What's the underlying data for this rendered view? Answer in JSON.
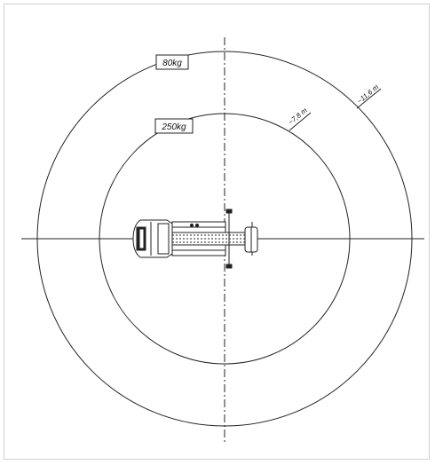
{
  "diagram": {
    "outer_circle": {
      "load_label": "80kg",
      "radius_label": "~11,6 m"
    },
    "inner_circle": {
      "load_label": "250kg",
      "radius_label": "~7,8 m"
    }
  },
  "colors": {
    "line": "#222222",
    "frame": "#cfcfcf",
    "background": "#ffffff"
  }
}
